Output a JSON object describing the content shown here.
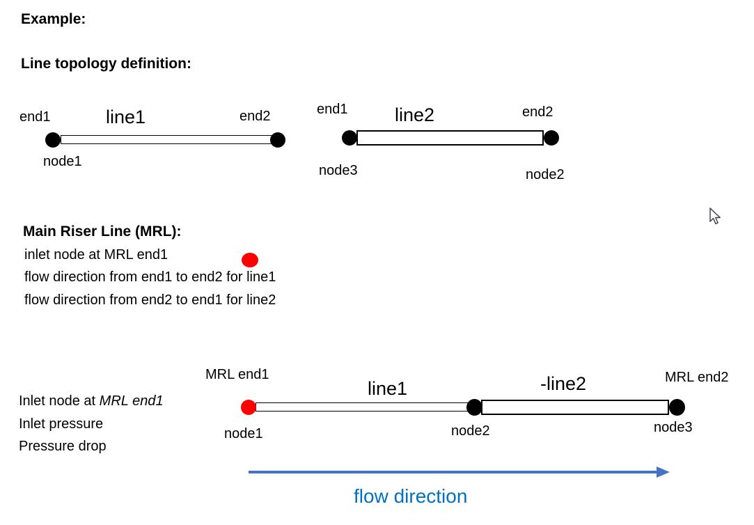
{
  "headings": {
    "title": "Example:",
    "section": "Line topology definition:"
  },
  "diagram_line1": {
    "end1": "end1",
    "name": "line1",
    "end2": "end2",
    "node_start": "node1"
  },
  "diagram_line2": {
    "end1": "end1",
    "name": "line2",
    "end2": "end2",
    "node_start": "node3",
    "node_end": "node2"
  },
  "mrl_notes": {
    "title": "Main Riser Line (MRL):",
    "line1": "inlet node at MRL end1",
    "line2": "flow direction from end1 to end2 for line1",
    "line3": "flow direction from end2 to end1 for line2"
  },
  "result_notes": {
    "line1_prefix": "Inlet node at ",
    "line1_emphasis": "MRL end1",
    "line2": "Inlet pressure",
    "line3": "Pressure drop"
  },
  "mrl_diagram": {
    "start_label": "MRL end1",
    "end_label": "MRL end2",
    "segment1": "line1",
    "segment2": "-line2",
    "node1": "node1",
    "node2": "node2",
    "node3": "node3"
  },
  "flow": {
    "label": "flow direction"
  },
  "colors": {
    "node_black": "#000000",
    "inlet_red": "#ff0000",
    "arrow_blue": "#4472c4",
    "flow_text_blue": "#0070c0"
  }
}
